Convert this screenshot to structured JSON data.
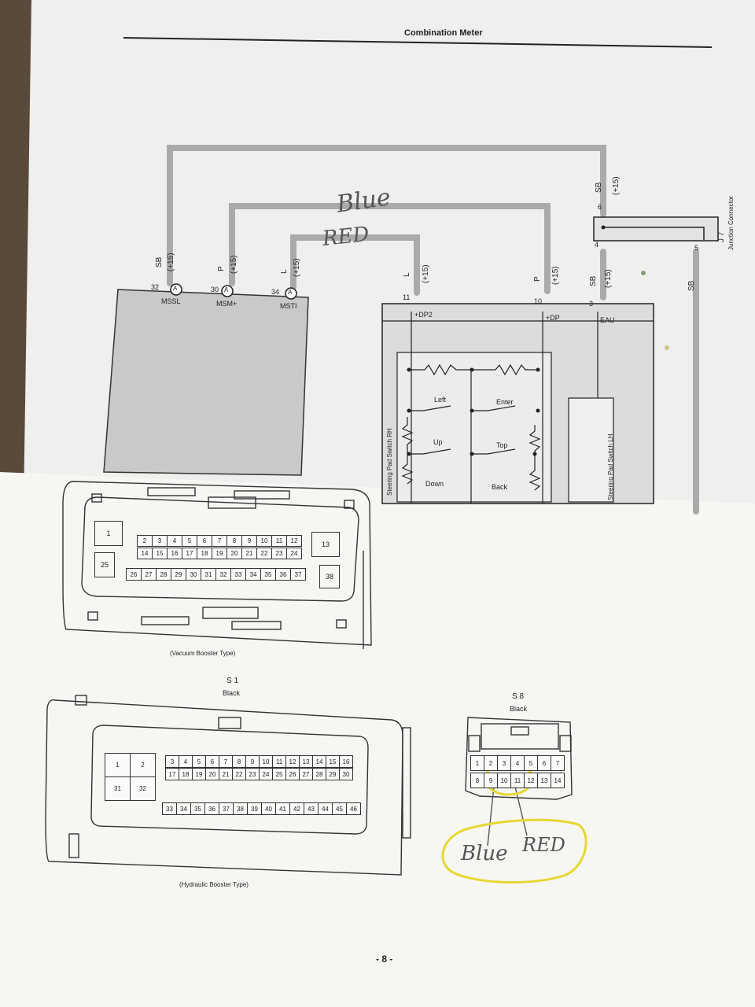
{
  "header": {
    "title": "Combination Meter"
  },
  "upper_diagram": {
    "pins": [
      {
        "num": "32",
        "conn": "A",
        "label": "MSSL",
        "wire": "SB",
        "spec": "(+15)"
      },
      {
        "num": "30",
        "conn": "A",
        "label": "MSM+",
        "wire": "P",
        "spec": "(+15)"
      },
      {
        "num": "34",
        "conn": "A",
        "label": "MSTI",
        "wire": "L",
        "spec": "(+15)"
      }
    ],
    "right_pins": [
      {
        "num": "11",
        "label": "+DP2",
        "wire": "L",
        "spec": "(+15)"
      },
      {
        "num": "10",
        "label": "+DP",
        "wire": "P",
        "spec": "(+15)"
      },
      {
        "num": "3",
        "label": "EAU",
        "wire": "SB",
        "spec": "(+15)"
      }
    ],
    "junction": {
      "id": "J 7",
      "name": "Junction Connector",
      "pin6": "6",
      "pin4": "4",
      "pin5": "5",
      "top_wire": "SB",
      "top_spec": "(+15)",
      "right_wire": "SB"
    },
    "switches": [
      "Left",
      "Enter",
      "Up",
      "Top",
      "Down",
      "Back"
    ],
    "switch_rh": "Steering Pad Switch RH",
    "switch_lh": "Steering Pad Switch LH",
    "handwritten_blue": "Blue",
    "handwritten_red": "RED"
  },
  "lower_page": {
    "vacuum_caption": "(Vacuum Booster Type)",
    "vacuum_pins": {
      "big_left_top": "1",
      "big_left_bottom": "25",
      "big_right_top": "13",
      "big_right_bottom": "38",
      "row1": [
        "2",
        "3",
        "4",
        "5",
        "6",
        "7",
        "8",
        "9",
        "10",
        "11",
        "12"
      ],
      "row2": [
        "14",
        "15",
        "16",
        "17",
        "18",
        "19",
        "20",
        "21",
        "22",
        "23",
        "24"
      ],
      "row3": [
        "26",
        "27",
        "28",
        "29",
        "30",
        "31",
        "32",
        "33",
        "34",
        "35",
        "36",
        "37"
      ]
    },
    "s1": {
      "id": "S 1",
      "color": "Black",
      "caption": "(Hydraulic Booster Type)",
      "big": [
        "1",
        "2",
        "31",
        "32"
      ],
      "row1": [
        "3",
        "4",
        "5",
        "6",
        "7",
        "8",
        "9",
        "10",
        "11",
        "12",
        "13",
        "14",
        "15",
        "16"
      ],
      "row2": [
        "17",
        "18",
        "19",
        "20",
        "21",
        "22",
        "23",
        "24",
        "25",
        "26",
        "27",
        "28",
        "29",
        "30"
      ],
      "row3": [
        "33",
        "34",
        "35",
        "36",
        "37",
        "38",
        "39",
        "40",
        "41",
        "42",
        "43",
        "44",
        "45",
        "46"
      ]
    },
    "s8": {
      "id": "S 8",
      "color": "Black",
      "row1": [
        "1",
        "2",
        "3",
        "4",
        "5",
        "6",
        "7"
      ],
      "row2": [
        "8",
        "9",
        "10",
        "11",
        "12",
        "13",
        "14"
      ],
      "hand_blue": "Blue",
      "hand_red": "RED"
    },
    "page_number": "- 8 -"
  }
}
